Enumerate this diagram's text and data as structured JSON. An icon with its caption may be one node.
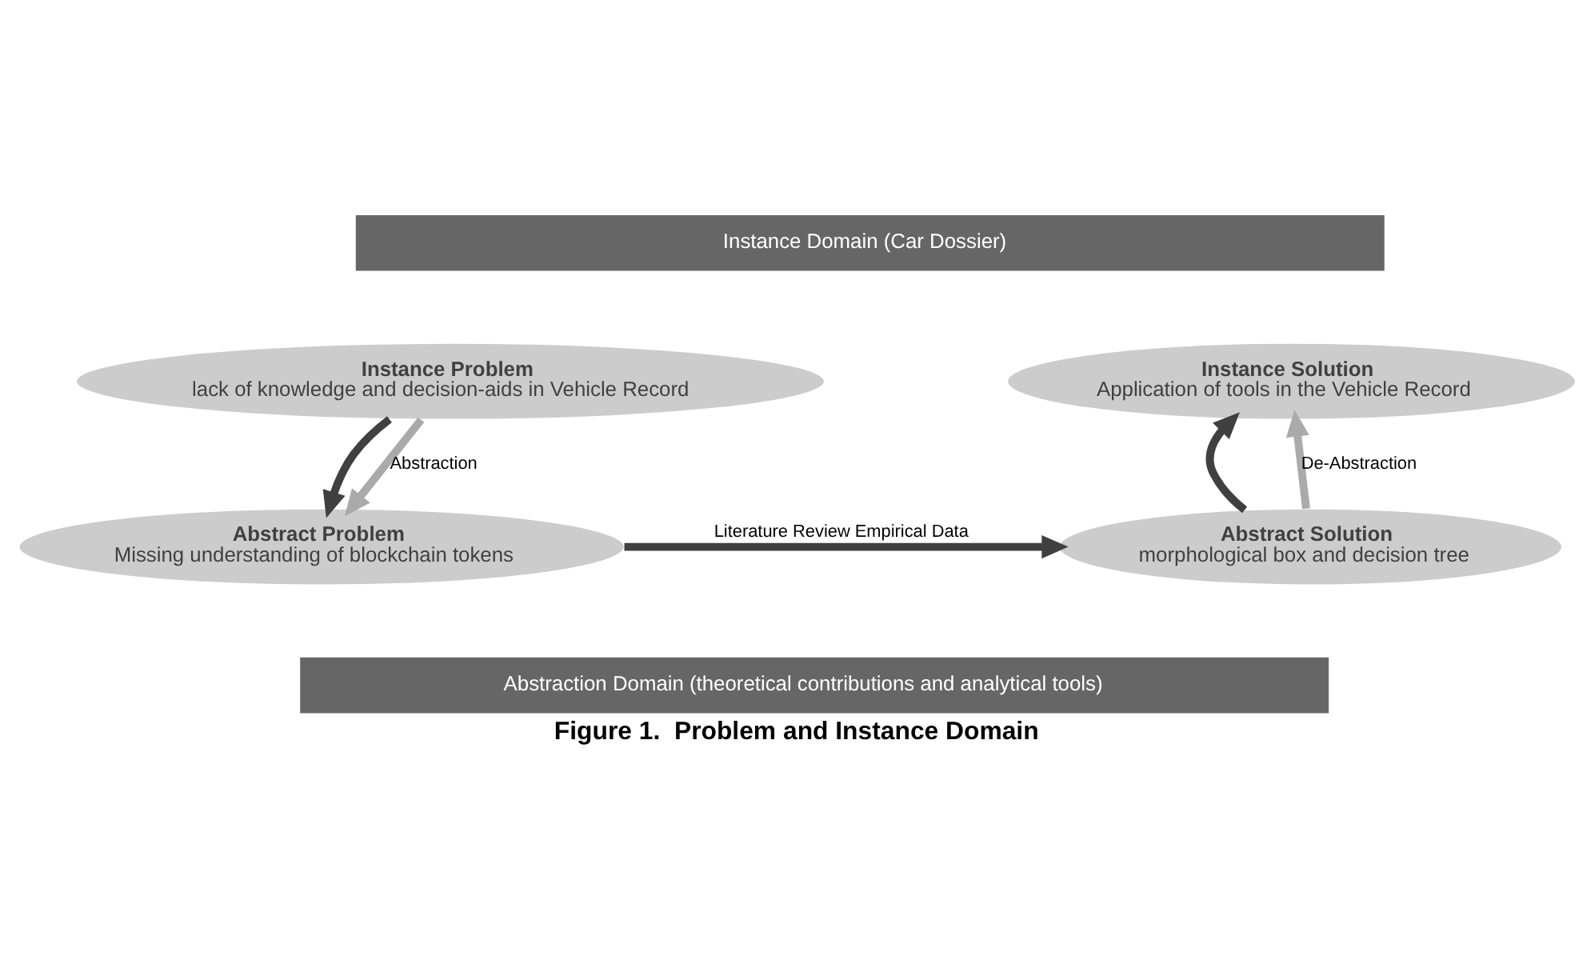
{
  "diagram": {
    "caption": "Figure 1.  Problem and Instance Domain",
    "nodes": [
      {
        "text": [
          "Instance Domain (Car Dossier)"
        ]
      },
      {
        "text": [
          "Instance Problem",
          "lack of knowledge and decision-aids in Vehicle Record"
        ]
      },
      {
        "text": [
          "Instance Solution",
          "Application of tools in the Vehicle Record"
        ]
      },
      {
        "text": [
          "Abstract Problem",
          "Missing understanding of blockchain tokens"
        ]
      },
      {
        "text": [
          "Abstract Solution",
          "morphological box and decision tree"
        ]
      },
      {
        "text": [
          "Abstraction Domain (theoretical contributions and analytical tools)"
        ]
      }
    ],
    "edges": [
      {
        "from": 1,
        "to": 3,
        "arrow": "to"
      },
      {
        "from": 1,
        "to": 3,
        "arrow": "to",
        "label": "Abstraction",
        "color": "#aaaaaa"
      },
      {
        "from": 3,
        "to": 4,
        "arrow": "to",
        "label": "Literature Review Empirical Data"
      },
      {
        "from": 4,
        "to": 2,
        "arrow": "to"
      },
      {
        "from": 4,
        "to": 2,
        "arrow": "to",
        "label": "De-Abstraction",
        "color": "#aaaaaa"
      }
    ]
  }
}
